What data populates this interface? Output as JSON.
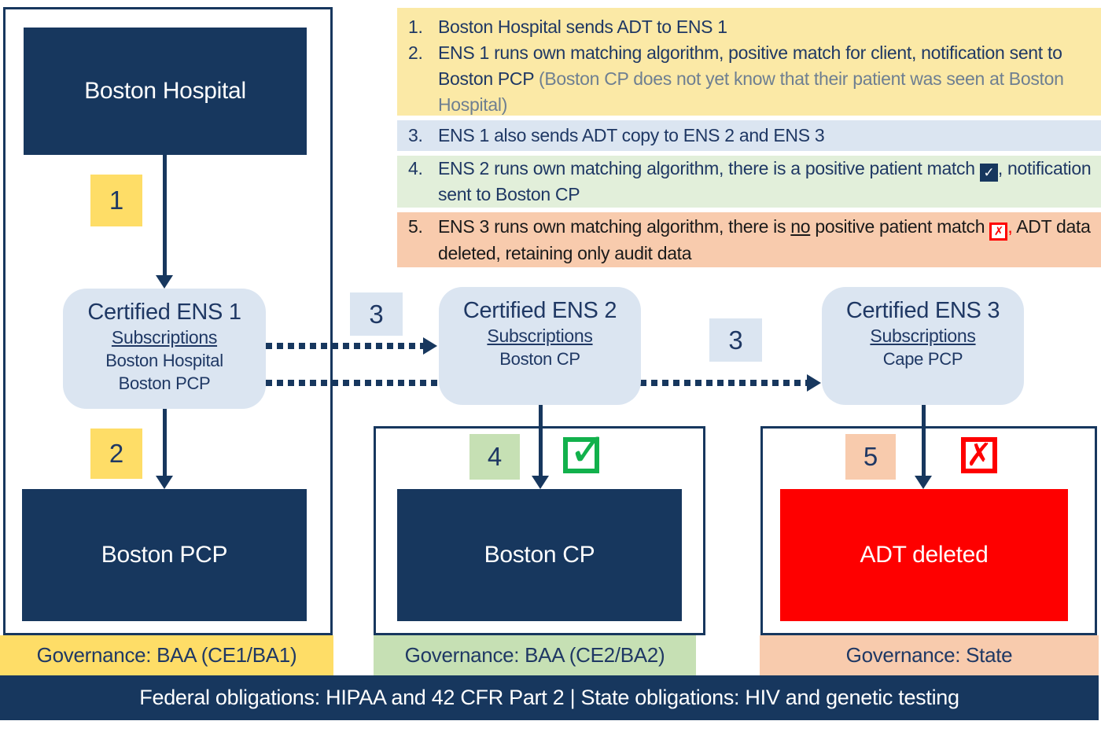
{
  "nodes": {
    "boston_hospital": "Boston Hospital",
    "boston_pcp": "Boston PCP",
    "boston_cp": "Boston CP",
    "adt_deleted": "ADT deleted",
    "ens1": {
      "title": "Certified ENS 1",
      "subscriptions_label": "Subscriptions",
      "members": [
        "Boston Hospital",
        "Boston PCP"
      ]
    },
    "ens2": {
      "title": "Certified ENS 2",
      "subscriptions_label": "Subscriptions",
      "members": [
        "Boston CP"
      ]
    },
    "ens3": {
      "title": "Certified ENS 3",
      "subscriptions_label": "Subscriptions",
      "members": [
        "Cape PCP"
      ]
    }
  },
  "badges": {
    "step1": "1",
    "step2": "2",
    "step3a": "3",
    "step3b": "3",
    "step4": "4",
    "step5": "5"
  },
  "icons": {
    "check": "✓",
    "cross": "✗",
    "inline_check": "✓",
    "inline_cross": "✗"
  },
  "legend": {
    "item1": {
      "num": "1.",
      "text": "Boston Hospital sends ADT to ENS 1"
    },
    "item2": {
      "num": "2.",
      "text": "ENS 1 runs own matching algorithm, positive match for client, notification sent to Boston PCP",
      "muted": "(Boston CP does not yet know that their patient was seen at Boston Hospital)"
    },
    "item3": {
      "num": "3.",
      "text": "ENS 1 also sends ADT copy to ENS 2 and ENS 3"
    },
    "item4": {
      "num": "4.",
      "pre": "ENS 2 runs own matching algorithm, there is a positive patient match",
      "post": ", notification sent to Boston CP"
    },
    "item5": {
      "num": "5.",
      "pre": "ENS 3 runs own matching algorithm, there is",
      "underlined": "no",
      "mid": "positive patient match",
      "post_red": ",",
      "post": "ADT data deleted, retaining only audit data"
    }
  },
  "governance": {
    "left": "Governance: BAA (CE1/BA1)",
    "middle": "Governance: BAA (CE2/BA2)",
    "right": "Governance: State"
  },
  "footer": "Federal obligations: HIPAA and 42 CFR Part 2 | State obligations: HIV and genetic testing",
  "colors": {
    "navy": "#17375e",
    "text-navy": "#1f3864",
    "red": "#fe0000",
    "check-green": "#12b14c",
    "lblue": "#dbe5f1",
    "yellow-badge": "#fedd67",
    "yellow-block": "#fbe9a6",
    "green-block": "#e2efda",
    "green-badge": "#c6e0b4",
    "salmon": "#f8cbad",
    "muted": "#6e7f91"
  }
}
